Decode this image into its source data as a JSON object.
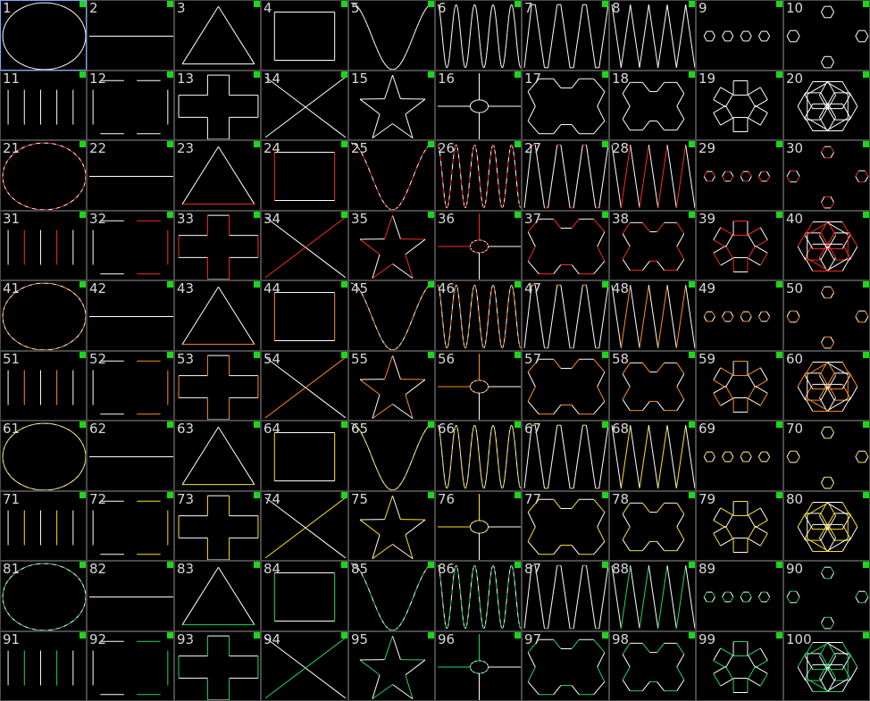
{
  "selected_cell": 1,
  "colors": {
    "background": "#000000",
    "stroke_base": "#ffffff",
    "grid_border": "#4a4a4a",
    "selection": "#7aa8ff",
    "status_flag": "#18d818",
    "number_text": "#d8d8d8",
    "row_accents": [
      "#ffffff",
      "#ffffff",
      "#ff2a1a",
      "#ff2a1a",
      "#ff8c1a",
      "#ff8c1a",
      "#ffe21a",
      "#ffe21a",
      "#1ed760",
      "#1ed760"
    ]
  },
  "patterns": [
    "ellipse",
    "horizontal-line",
    "triangle",
    "rectangle",
    "sine-curve",
    "sine-wave",
    "square-wave",
    "triangle-wave",
    "hexagons",
    "hexagons-scattered",
    "vertical-bars",
    "bracket-lines",
    "cross",
    "x-lines",
    "star",
    "crosshair",
    "four-lobed-shape",
    "four-lobed-shape-small",
    "petal-flower",
    "petal-rosette"
  ],
  "cells": [
    {
      "label": "1"
    },
    {
      "label": "2"
    },
    {
      "label": "3"
    },
    {
      "label": "4"
    },
    {
      "label": "5"
    },
    {
      "label": "6"
    },
    {
      "label": "7"
    },
    {
      "label": "8"
    },
    {
      "label": "9"
    },
    {
      "label": "10"
    },
    {
      "label": "11"
    },
    {
      "label": "12"
    },
    {
      "label": "13"
    },
    {
      "label": "14"
    },
    {
      "label": "15"
    },
    {
      "label": "16"
    },
    {
      "label": "17"
    },
    {
      "label": "18"
    },
    {
      "label": "19"
    },
    {
      "label": "20"
    },
    {
      "label": "21"
    },
    {
      "label": "22"
    },
    {
      "label": "23"
    },
    {
      "label": "24"
    },
    {
      "label": "25"
    },
    {
      "label": "26"
    },
    {
      "label": "27"
    },
    {
      "label": "28"
    },
    {
      "label": "29"
    },
    {
      "label": "30"
    },
    {
      "label": "31"
    },
    {
      "label": "32"
    },
    {
      "label": "33"
    },
    {
      "label": "34"
    },
    {
      "label": "35"
    },
    {
      "label": "36"
    },
    {
      "label": "37"
    },
    {
      "label": "38"
    },
    {
      "label": "39"
    },
    {
      "label": "40"
    },
    {
      "label": "41"
    },
    {
      "label": "42"
    },
    {
      "label": "43"
    },
    {
      "label": "44"
    },
    {
      "label": "45"
    },
    {
      "label": "46"
    },
    {
      "label": "47"
    },
    {
      "label": "48"
    },
    {
      "label": "49"
    },
    {
      "label": "50"
    },
    {
      "label": "51"
    },
    {
      "label": "52"
    },
    {
      "label": "53"
    },
    {
      "label": "54"
    },
    {
      "label": "55"
    },
    {
      "label": "56"
    },
    {
      "label": "57"
    },
    {
      "label": "58"
    },
    {
      "label": "59"
    },
    {
      "label": "60"
    },
    {
      "label": "61"
    },
    {
      "label": "62"
    },
    {
      "label": "63"
    },
    {
      "label": "64"
    },
    {
      "label": "65"
    },
    {
      "label": "66"
    },
    {
      "label": "67"
    },
    {
      "label": "68"
    },
    {
      "label": "69"
    },
    {
      "label": "70"
    },
    {
      "label": "71"
    },
    {
      "label": "72"
    },
    {
      "label": "73"
    },
    {
      "label": "74"
    },
    {
      "label": "75"
    },
    {
      "label": "76"
    },
    {
      "label": "77"
    },
    {
      "label": "78"
    },
    {
      "label": "79"
    },
    {
      "label": "80"
    },
    {
      "label": "81"
    },
    {
      "label": "82"
    },
    {
      "label": "83"
    },
    {
      "label": "84"
    },
    {
      "label": "85"
    },
    {
      "label": "86"
    },
    {
      "label": "87"
    },
    {
      "label": "88"
    },
    {
      "label": "89"
    },
    {
      "label": "90"
    },
    {
      "label": "91"
    },
    {
      "label": "92"
    },
    {
      "label": "93"
    },
    {
      "label": "94"
    },
    {
      "label": "95"
    },
    {
      "label": "96"
    },
    {
      "label": "97"
    },
    {
      "label": "98"
    },
    {
      "label": "99"
    },
    {
      "label": "100"
    }
  ]
}
